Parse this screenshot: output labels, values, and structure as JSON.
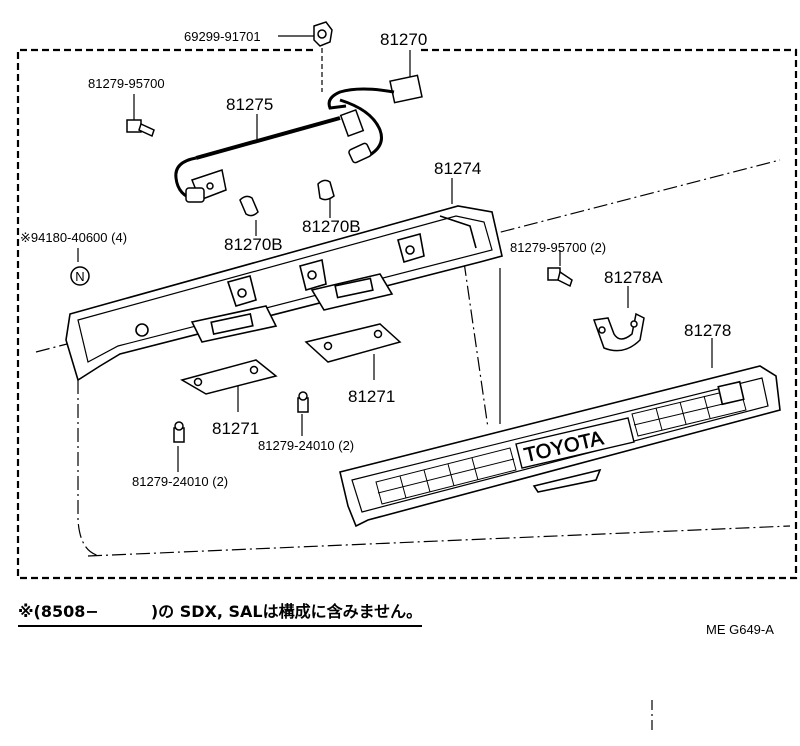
{
  "labels": {
    "p_6929991701": "69299-91701",
    "p_81270": "81270",
    "p_8127995700_a": "81279-95700",
    "p_81275": "81275",
    "p_81274": "81274",
    "p_9418040600": "※94180-40600 (4)",
    "p_81270b_left": "81270B",
    "p_81270b_right": "81270B",
    "p_8127995700_b": "81279-95700 (2)",
    "p_81278a": "81278A",
    "p_81278": "81278",
    "p_81271_right": "81271",
    "p_81271_left": "81271",
    "p_8127924010_right": "81279-24010 (2)",
    "p_8127924010_left": "81279-24010 (2)",
    "n_marker": "N",
    "emblem_text": "TOYOTA"
  },
  "note": {
    "prefix": "※(8508−",
    "suffix": ")の SDX, SALは構成に含みません。"
  },
  "figure_code": "ME  G649-A"
}
